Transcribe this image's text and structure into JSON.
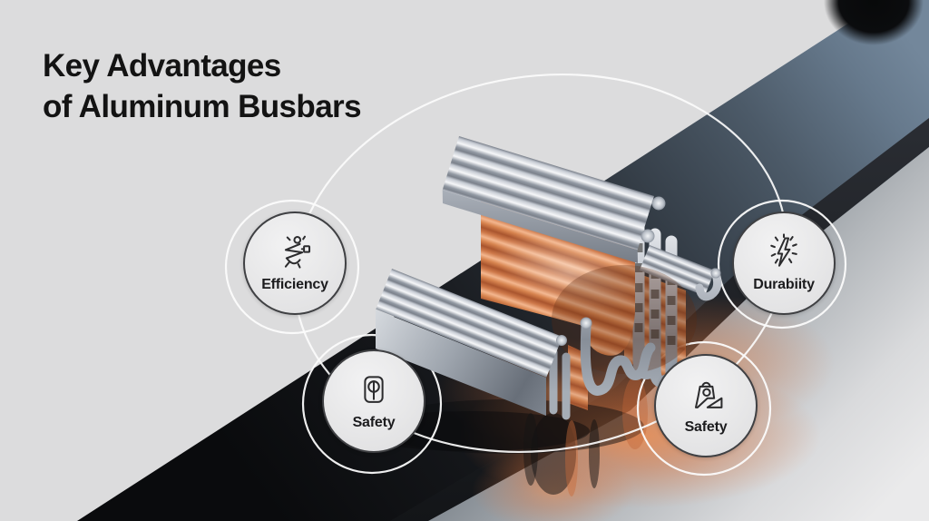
{
  "title": {
    "line1": "Key Advantages",
    "line2": "of Aluminum Busbars"
  },
  "badges": [
    {
      "id": "efficiency",
      "label": "Efficiency"
    },
    {
      "id": "durability",
      "label": "Durabiity"
    },
    {
      "id": "safety-left",
      "label": "Safety"
    },
    {
      "id": "safety-right",
      "label": "Safety"
    }
  ],
  "illustration": {
    "subject": "Folded aluminum busbar with copper core mounted on a dark metallic beam",
    "colors": {
      "background": "#dcdcdd",
      "beam_dark": "#17191d",
      "beam_sheen": "#73879b",
      "copper": "#d97b4a",
      "aluminum": "#e8eaee",
      "ring_white": "#ffffff",
      "text_dark": "#131313"
    }
  }
}
